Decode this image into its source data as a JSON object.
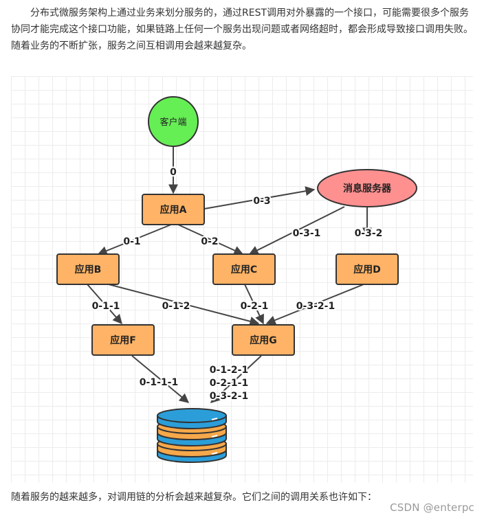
{
  "article": {
    "intro": "分布式微服务架构上通过业务来划分服务的，通过REST调用对外暴露的一个接口，可能需要很多个服务协同才能完成这个接口功能，如果链路上任何一个服务出现问题或者网络超时，都会形成导致接口调用失败。随着业务的不断扩张，服务之间互相调用会越来越复杂。",
    "outro": "随着服务的越来越多，对调用链的分析会越来越复杂。它们之间的调用关系也许如下：",
    "watermark": "CSDN @enterpc"
  },
  "diagram": {
    "nodes": {
      "client": "客户端",
      "mq": "消息服务器",
      "app_a": "应用A",
      "app_b": "应用B",
      "app_c": "应用C",
      "app_d": "应用D",
      "app_f": "应用F",
      "app_g": "应用G"
    },
    "edges": {
      "e0": "0",
      "e03": "0-3",
      "e01": "0-1",
      "e02": "0-2",
      "e031": "0-3-1",
      "e032": "0-3-2",
      "e011": "0-1-1",
      "e012": "0-1-2",
      "e021": "0-2-1",
      "e0321": "0-3-2-1",
      "e0111": "0-1-1-1",
      "db_in": [
        "0-1-2-1",
        "0-2-1-1",
        "0-3-2-1"
      ]
    },
    "colors": {
      "client_fill": "#66ee55",
      "mq_fill": "#ff9090",
      "service_fill": "#ffb366",
      "node_stroke": "#333333",
      "edge_stroke": "#444444",
      "db_blue": "#2b9ed9",
      "db_orange": "#f6a84a"
    },
    "icons": {
      "database": "database-icon"
    }
  }
}
